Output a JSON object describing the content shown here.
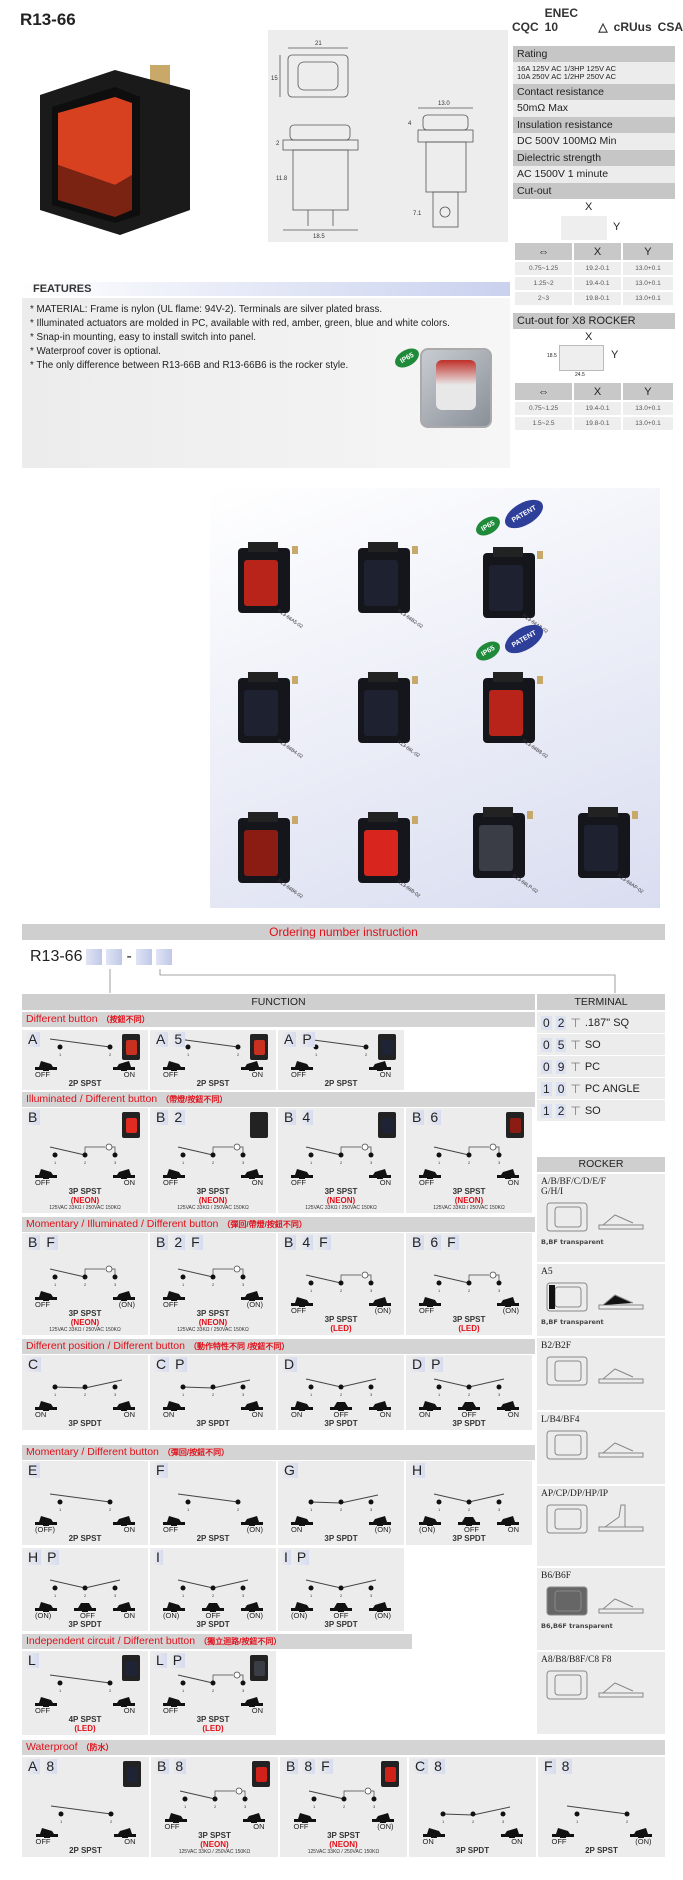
{
  "title": "R13-66",
  "logos": [
    "CQC",
    "ENEC 10",
    "△",
    "cRUus",
    "CSA"
  ],
  "drawing_dims": [
    "21",
    "15",
    "13.0",
    "4",
    "2",
    "11.8",
    "18.5",
    "7.1"
  ],
  "spec": [
    {
      "h": "Rating",
      "v": [
        "16A 125V AC  1/3HP 125V AC",
        "10A 250V AC  1/2HP 250V AC"
      ]
    },
    {
      "h": "Contact resistance",
      "v": [
        "50mΩ Max"
      ]
    },
    {
      "h": "Insulation resistance",
      "v": [
        "DC 500V 100MΩ Min"
      ]
    },
    {
      "h": "Dielectric strength",
      "v": [
        "AC 1500V 1 minute"
      ]
    }
  ],
  "cutout": {
    "title": "Cut-out",
    "x": "X",
    "y": "Y",
    "rows": [
      [
        "0.75~1.25",
        "19.2-0.1",
        "13.0+0.1"
      ],
      [
        "1.25~2",
        "19.4-0.1",
        "13.0+0.1"
      ],
      [
        "2~3",
        "19.8-0.1",
        "13.0+0.1"
      ]
    ]
  },
  "cutout_x8": {
    "title": "Cut-out for X8 ROCKER",
    "x": "X",
    "y": "Y",
    "w": "24.5",
    "h": "18.5",
    "rows": [
      [
        "0.75~1.25",
        "19.4-0.1",
        "13.0+0.1"
      ],
      [
        "1.5~2.5",
        "19.8-0.1",
        "13.0+0.1"
      ]
    ]
  },
  "features": {
    "title": "FEATURES",
    "items": [
      "* MATERIAL: Frame is nylon (UL flame: 94V-2). Terminals are silver plated brass.",
      "* Illuminated actuators are molded in PC, available with red, amber, green, blue and white colors.",
      "* Snap-in mounting, easy to install switch into panel.",
      "* Waterproof cover is optional.",
      "* The only difference between R13-66B and R13-66B6 is the rocker style."
    ],
    "badge": "IP65"
  },
  "products": [
    {
      "label": "R13-66A5-02",
      "rocker": "#b8241a",
      "badges": []
    },
    {
      "label": "R13-66B2-02",
      "rocker": "#1e2230",
      "badges": []
    },
    {
      "label": "R13-66A8-02",
      "rocker": "#1e2230",
      "badges": [
        "IP65",
        "PATENT"
      ]
    },
    {
      "label": "R13-66B4-02",
      "rocker": "#1e2230",
      "badges": []
    },
    {
      "label": "R13-66L-02",
      "rocker": "#1e2230",
      "badges": []
    },
    {
      "label": "R13-66B8-02",
      "rocker": "#b8241a",
      "badges": [
        "IP65",
        "PATENT"
      ]
    },
    {
      "label": "R13-66B6-02",
      "rocker": "#8a1c14",
      "badges": []
    },
    {
      "label": "R13-66B-02",
      "rocker": "#d8261e",
      "badges": []
    },
    {
      "label": "R13-66LP-02",
      "rocker": "#3a3d45",
      "badges": []
    },
    {
      "label": "R13-66AP-02",
      "rocker": "#1e2230",
      "badges": []
    }
  ],
  "ordering": {
    "title": "Ordering number instruction",
    "prefix": "R13-66",
    "dash": "-",
    "function": "FUNCTION",
    "terminal": "TERMINAL"
  },
  "terminals": [
    {
      "d": [
        "0",
        "2"
      ],
      "name": ".187\" SQ"
    },
    {
      "d": [
        "0",
        "5"
      ],
      "name": "SO"
    },
    {
      "d": [
        "0",
        "9"
      ],
      "name": "PC"
    },
    {
      "d": [
        "1",
        "0"
      ],
      "name": "PC ANGLE"
    },
    {
      "d": [
        "1",
        "2"
      ],
      "name": "SO"
    }
  ],
  "groups": [
    {
      "title": "Different button",
      "cn": "（按鈕不同）",
      "cells": [
        {
          "code": [
            "A"
          ],
          "photo": "#c8301f",
          "pins": [
            "1",
            "2"
          ],
          "diagram": "spst",
          "pos": [
            "OFF",
            "ON"
          ],
          "type": "2P SPST"
        },
        {
          "code": [
            "A",
            "5"
          ],
          "photo": "#c8301f",
          "pins": [
            "1",
            "2"
          ],
          "diagram": "spst",
          "pos": [
            "OFF",
            "ON"
          ],
          "type": "2P SPST"
        },
        {
          "code": [
            "A",
            "P"
          ],
          "photo": "#1e2436",
          "pins": [
            "1",
            "2"
          ],
          "diagram": "spst",
          "pos": [
            "OFF",
            "ON"
          ],
          "type": "2P SPST"
        }
      ]
    },
    {
      "title": "Illuminated / Different button",
      "cn": "（帶燈/按鈕不同）",
      "cells": [
        {
          "code": [
            "B"
          ],
          "photo": "#e02a22",
          "pins": [
            "1",
            "2",
            "3"
          ],
          "diagram": "lamp",
          "pos": [
            "OFF",
            "ON"
          ],
          "type": "3P SPST",
          "lamp": "(NEON)",
          "rating": "125VAC 33KΩ / 250VAC 150KΩ"
        },
        {
          "code": [
            "B",
            "2"
          ],
          "photo": "#222",
          "pins": [
            "1",
            "2",
            "3"
          ],
          "diagram": "lamp",
          "pos": [
            "OFF",
            "ON"
          ],
          "type": "3P SPST",
          "lamp": "(NEON)",
          "rating": "125VAC 33KΩ / 250VAC 150KΩ"
        },
        {
          "code": [
            "B",
            "4"
          ],
          "photo": "#1e2436",
          "pins": [
            "1",
            "2",
            "3"
          ],
          "diagram": "lamp",
          "pos": [
            "OFF",
            "ON"
          ],
          "type": "3P SPST",
          "lamp": "(NEON)",
          "rating": "125VAC 33KΩ / 250VAC 150KΩ"
        },
        {
          "code": [
            "B",
            "6"
          ],
          "photo": "#8a1c14",
          "pins": [
            "1",
            "2",
            "3"
          ],
          "diagram": "lamp",
          "pos": [
            "OFF",
            "ON"
          ],
          "type": "3P SPST",
          "lamp": "(NEON)",
          "rating": "125VAC 33KΩ / 250VAC 150KΩ"
        }
      ]
    },
    {
      "title": "Momentary / Illuminated / Different button",
      "cn": "（彈回/帶燈/按鈕不同）",
      "cells": [
        {
          "code": [
            "B",
            "F"
          ],
          "pins": [
            "1",
            "2",
            "3"
          ],
          "diagram": "lamp",
          "pos": [
            "OFF",
            "(ON)"
          ],
          "type": "3P SPST",
          "lamp": "(NEON)",
          "rating": "125VAC 33KΩ / 250VAC 150KΩ"
        },
        {
          "code": [
            "B",
            "2",
            "F"
          ],
          "pins": [
            "1",
            "2",
            "3"
          ],
          "diagram": "lamp",
          "pos": [
            "OFF",
            "(ON)"
          ],
          "type": "3P SPST",
          "lamp": "(NEON)",
          "rating": "125VAC 33KΩ / 250VAC 150KΩ"
        },
        {
          "code": [
            "B",
            "4",
            "F"
          ],
          "pins": [
            "1",
            "2",
            "3"
          ],
          "diagram": "lamp",
          "pos": [
            "OFF",
            "(ON)"
          ],
          "type": "3P SPST",
          "lamp": "(LED)"
        },
        {
          "code": [
            "B",
            "6",
            "F"
          ],
          "pins": [
            "1",
            "2",
            "3"
          ],
          "diagram": "lamp",
          "pos": [
            "OFF",
            "(ON)"
          ],
          "type": "3P SPST",
          "lamp": "(LED)"
        }
      ]
    },
    {
      "title": "Different position  / Different button",
      "cn": "（動作特性不同 /按鈕不同）",
      "cells": [
        {
          "code": [
            "C"
          ],
          "pins": [
            "1",
            "2",
            "3"
          ],
          "diagram": "spdt",
          "pos": [
            "ON",
            "ON"
          ],
          "type": "3P SPDT"
        },
        {
          "code": [
            "C",
            "P"
          ],
          "pins": [
            "1",
            "2",
            "3"
          ],
          "diagram": "spdt",
          "pos": [
            "ON",
            "ON"
          ],
          "type": "3P SPDT"
        },
        {
          "code": [
            "D"
          ],
          "pins": [
            "1",
            "2",
            "3"
          ],
          "diagram": "center",
          "pos": [
            "ON",
            "OFF",
            "ON"
          ],
          "type": "3P SPDT"
        },
        {
          "code": [
            "D",
            "P"
          ],
          "pins": [
            "1",
            "2",
            "3"
          ],
          "diagram": "center",
          "pos": [
            "ON",
            "OFF",
            "ON"
          ],
          "type": "3P SPDT"
        }
      ]
    },
    {
      "title": "Momentary / Different button",
      "cn": "（彈回/按鈕不同）",
      "cells": [
        {
          "code": [
            "E"
          ],
          "pins": [
            "1",
            "2"
          ],
          "diagram": "spst",
          "pos": [
            "(OFF)",
            "ON"
          ],
          "type": "2P SPST"
        },
        {
          "code": [
            "F"
          ],
          "pins": [
            "1",
            "2"
          ],
          "diagram": "spst",
          "pos": [
            "OFF",
            "(ON)"
          ],
          "type": "2P SPST"
        },
        {
          "code": [
            "G"
          ],
          "pins": [
            "1",
            "2",
            "3"
          ],
          "diagram": "spdt",
          "pos": [
            "ON",
            "(ON)"
          ],
          "type": "3P SPDT"
        },
        {
          "code": [
            "H"
          ],
          "pins": [
            "1",
            "2",
            "3"
          ],
          "diagram": "center",
          "pos": [
            "(ON)",
            "OFF",
            "ON"
          ],
          "type": "3P SPDT"
        },
        {
          "code": [
            "H",
            "P"
          ],
          "pins": [
            "1",
            "2",
            "3"
          ],
          "diagram": "center",
          "pos": [
            "(ON)",
            "OFF",
            "ON"
          ],
          "type": "3P SPDT"
        },
        {
          "code": [
            "I"
          ],
          "pins": [
            "1",
            "2",
            "3"
          ],
          "diagram": "center",
          "pos": [
            "(ON)",
            "OFF",
            "(ON)"
          ],
          "type": "3P SPDT"
        },
        {
          "code": [
            "I",
            "P"
          ],
          "pins": [
            "1",
            "2",
            "3"
          ],
          "diagram": "center",
          "pos": [
            "(ON)",
            "OFF",
            "(ON)"
          ],
          "type": "3P SPDT"
        }
      ]
    },
    {
      "title": "Independent circuit / Different button",
      "cn": "（獨立迴路/按鈕不同）",
      "cells": [
        {
          "code": [
            "L"
          ],
          "photo": "#1e2436",
          "pins": [
            "1",
            "2"
          ],
          "diagram": "spst",
          "pos": [
            "OFF",
            "ON"
          ],
          "type": "4P SPST",
          "lamp": "(LED)"
        },
        {
          "code": [
            "L",
            "P"
          ],
          "photo": "#3a3d45",
          "pins": [
            "1",
            "2",
            "3"
          ],
          "diagram": "lamp",
          "pos": [
            "OFF",
            "ON"
          ],
          "type": "3P SPST",
          "lamp": "(LED)"
        }
      ]
    },
    {
      "title": "Waterproof",
      "cn": "（防水）",
      "cells": [
        {
          "code": [
            "A",
            "8"
          ],
          "photo": "#1e2436",
          "pins": [
            "1",
            "2"
          ],
          "diagram": "spst",
          "pos": [
            "OFF",
            "ON"
          ],
          "type": "2P SPST"
        },
        {
          "code": [
            "B",
            "8"
          ],
          "photo": "#d0221a",
          "pins": [
            "1",
            "2",
            "3"
          ],
          "diagram": "lamp",
          "pos": [
            "OFF",
            "ON"
          ],
          "type": "3P SPST",
          "lamp": "(NEON)",
          "rating": "125VAC 33KΩ / 250VAC 150KΩ"
        },
        {
          "code": [
            "B",
            "8",
            "F"
          ],
          "photo": "#d0221a",
          "pins": [
            "1",
            "2",
            "3"
          ],
          "diagram": "lamp",
          "pos": [
            "OFF",
            "(ON)"
          ],
          "type": "3P SPST",
          "lamp": "(NEON)",
          "rating": "125VAC 33KΩ / 250VAC 150KΩ"
        },
        {
          "code": [
            "C",
            "8"
          ],
          "pins": [
            "1",
            "2",
            "3"
          ],
          "diagram": "spdt",
          "pos": [
            "ON",
            "ON"
          ],
          "type": "3P SPDT"
        },
        {
          "code": [
            "F",
            "8"
          ],
          "pins": [
            "1",
            "2"
          ],
          "diagram": "spst",
          "pos": [
            "OFF",
            "(ON)"
          ],
          "type": "2P SPST"
        }
      ]
    }
  ],
  "rocker": {
    "title": "ROCKER",
    "items": [
      {
        "name": "A/B/BF/C/D/E/F G/H/I",
        "note": "B,BF transparent"
      },
      {
        "name": "A5",
        "note": "B,BF transparent"
      },
      {
        "name": "B2/B2F",
        "note": ""
      },
      {
        "name": "L/B4/BF4",
        "note": ""
      },
      {
        "name": "AP/CP/DP/HP/IP",
        "note": ""
      },
      {
        "name": "B6/B6F",
        "note": "B6,B6F transparent"
      },
      {
        "name": "A8/B8/B8F/C8 F8",
        "note": ""
      }
    ]
  }
}
